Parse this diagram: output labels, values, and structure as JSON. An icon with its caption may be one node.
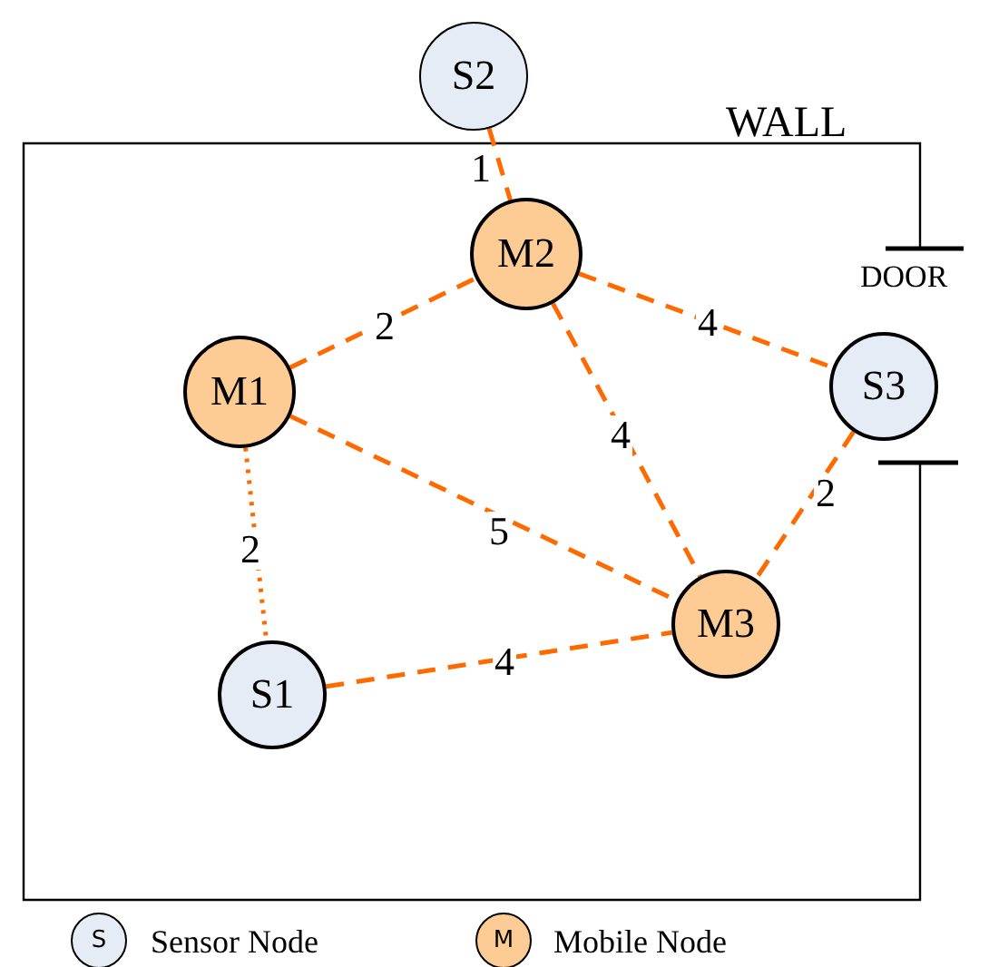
{
  "diagram": {
    "nodes": [
      {
        "text": [
          "S2"
        ]
      },
      {
        "text": [
          "M2"
        ]
      },
      {
        "text": [
          "M1"
        ]
      },
      {
        "text": [
          "S3"
        ]
      },
      {
        "text": [
          "M3"
        ]
      },
      {
        "text": [
          "S1"
        ]
      }
    ],
    "edges": [
      {
        "from": 0,
        "to": 1,
        "arrow": "none",
        "label": "1",
        "style": "dashed"
      },
      {
        "from": 2,
        "to": 1,
        "arrow": "none",
        "label": "2",
        "style": "dashed"
      },
      {
        "from": 1,
        "to": 3,
        "arrow": "none",
        "label": "4",
        "style": "dashed"
      },
      {
        "from": 1,
        "to": 4,
        "arrow": "none",
        "label": "4",
        "style": "dashed"
      },
      {
        "from": 2,
        "to": 4,
        "arrow": "none",
        "label": "5",
        "style": "dashed"
      },
      {
        "from": 3,
        "to": 4,
        "arrow": "none",
        "label": "2",
        "style": "dashed"
      },
      {
        "from": 2,
        "to": 5,
        "arrow": "none",
        "label": "2",
        "style": "dashed"
      },
      {
        "from": 5,
        "to": 4,
        "arrow": "none",
        "label": "4",
        "style": "dashed"
      }
    ],
    "labels": [
      "WALL",
      "DOOR",
      "S",
      "M"
    ],
    "legend": [
      {
        "text": "Sensor Node",
        "color": "#e6ecf6"
      },
      {
        "text": "Mobile Node",
        "color": "#fdcb94"
      }
    ]
  }
}
